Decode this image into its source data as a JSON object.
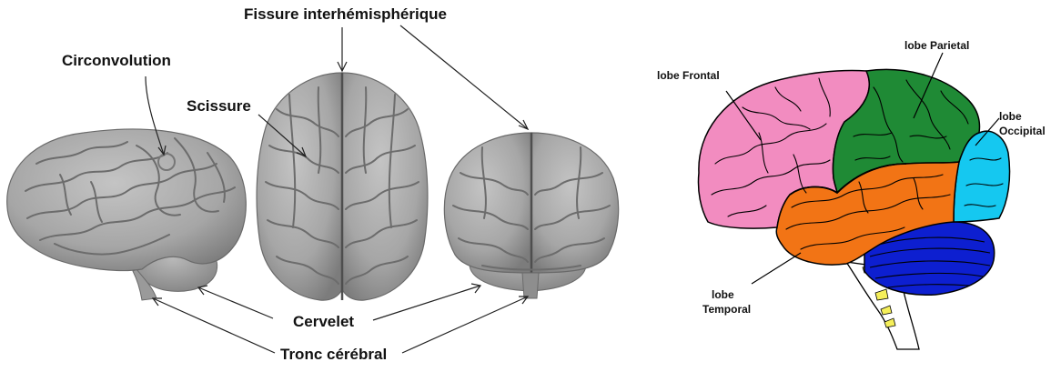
{
  "left_panel": {
    "labels": {
      "fissure": "Fissure interhémisphérique",
      "circonvolution": "Circonvolution",
      "scissure": "Scissure",
      "cervelet": "Cervelet",
      "tronc": "Tronc cérébral"
    }
  },
  "right_panel": {
    "labels": {
      "frontal": "lobe  Frontal",
      "parietal": "lobe Parietal",
      "occipital_line1": "lobe",
      "occipital_line2": "Occipital",
      "temporal_line1": "lobe",
      "temporal_line2": "Temporal"
    },
    "colors": {
      "frontal": "#f28cc0",
      "parietal": "#1f8a35",
      "occipital": "#15c8f0",
      "temporal": "#f27415",
      "cerebellum": "#0d1fd0",
      "brainstem_spots": "#f5ef5a"
    }
  },
  "colors": {
    "brain_gray": "#a8a8a8",
    "brain_dark": "#6e6e6e",
    "outline": "#000000"
  }
}
